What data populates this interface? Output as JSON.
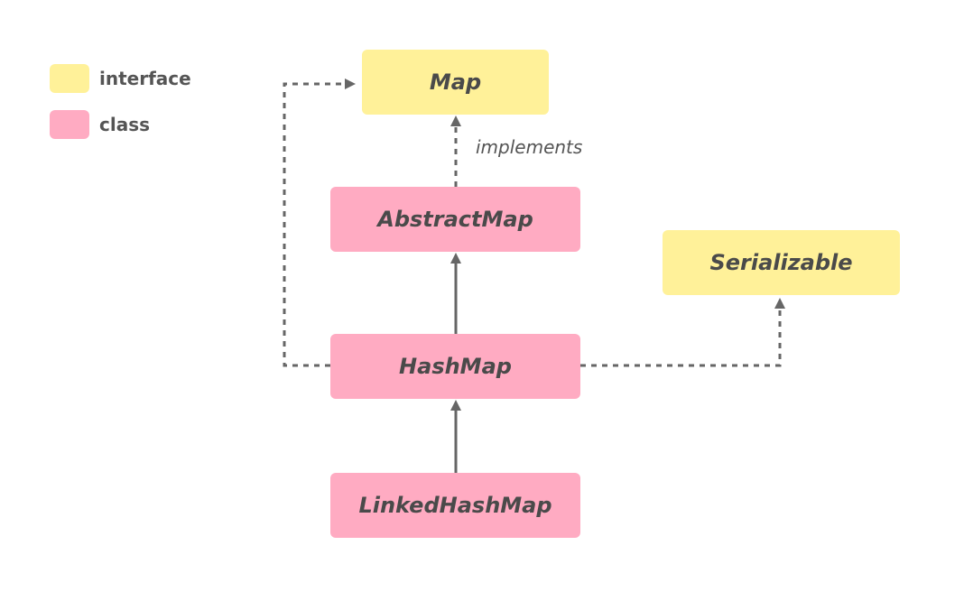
{
  "colors": {
    "interface": "#fff199",
    "class": "#ffabc2",
    "line": "#666666"
  },
  "legend": {
    "interface_label": "interface",
    "class_label": "class"
  },
  "nodes": {
    "map": {
      "label": "Map",
      "kind": "interface"
    },
    "abstract_map": {
      "label": "AbstractMap",
      "kind": "class"
    },
    "serializable": {
      "label": "Serializable",
      "kind": "interface"
    },
    "hash_map": {
      "label": "HashMap",
      "kind": "class"
    },
    "linked_hash_map": {
      "label": "LinkedHashMap",
      "kind": "class"
    }
  },
  "edges": [
    {
      "from": "abstract_map",
      "to": "map",
      "style": "dashed",
      "label": "implements"
    },
    {
      "from": "hash_map",
      "to": "abstract_map",
      "style": "solid"
    },
    {
      "from": "hash_map",
      "to": "map",
      "style": "dashed"
    },
    {
      "from": "hash_map",
      "to": "serializable",
      "style": "dashed"
    },
    {
      "from": "linked_hash_map",
      "to": "hash_map",
      "style": "solid"
    }
  ]
}
